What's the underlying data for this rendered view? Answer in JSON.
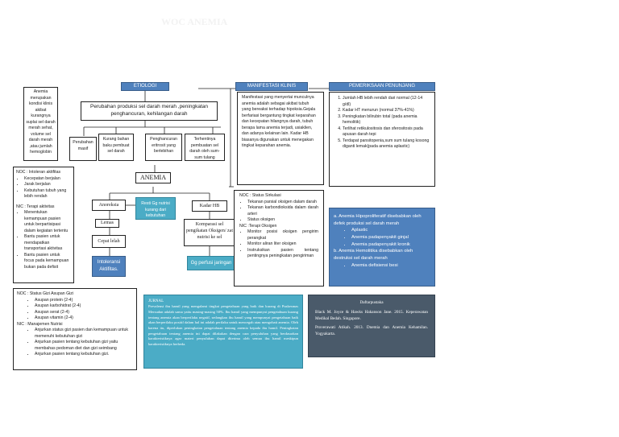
{
  "title": "WOC ANEMIA",
  "etiologi": {
    "header": "ETIOLOGI",
    "main": "Perubahan produksi sel darah merah ,peningkatan penghancuran, kehilangan darah",
    "causes": [
      "Perubahan masif",
      "Kurang bahan baku pembuat sel darah",
      "Penghancuran eritrosit yang berlebihan",
      "Terhentinya pembuatan sel darah oleh sum-sum tulang"
    ]
  },
  "definisi": "Anemia merupakan kondisi klinis akibat kurangnya suplai sel darah merah sehat, volume sel darah merah ,atau jumlah hemoglobin",
  "anemia_label": "ANEMIA",
  "flow": {
    "anoreksia": "Anoreksia",
    "lemas": "Lemas",
    "cepat_lelah": "Cepat lelah",
    "intoleransi": "Intoleransi Aktifitas.",
    "nutrisi": "Resti Gg nutrisi kurang dari kebutuhan",
    "kadar_hb": "Kadar HB",
    "komparasi": "Komparasi sel pengikatan Oksigen/ zat nutrisi ke sel",
    "perfusi": "Gg perfusi jaringan"
  },
  "noc_intoleransi": {
    "noc_title": "NOC : Intoleran aktifitas",
    "noc_items": [
      "Kecepatan berjalan",
      "Jarak berjalan",
      "Kebutuhan tubuh yang lebih rendah"
    ],
    "nic_title": "NIC : Terapi aktivitas",
    "nic_items": [
      "Menentukan kemampuan pasien untuk berpartisipasi dalam kegiatan tertentu",
      "Bantu pasien untuk mendapatkan transportasi aktivitas",
      "Bantu pasien untuk focus pada kemampuan bukan pada defisit"
    ]
  },
  "noc_nutrisi": {
    "noc_title": "NOC : Status Gizi Asupan Gizi",
    "noc_items": [
      "Asupan protein (2-4)",
      "Asupan karbohidrat (2-4)",
      "Asupan serat (2-4)",
      "Asupan vitamin (2-4)"
    ],
    "nic_title": "NIC : Manajemen Nutrisi",
    "nic_items": [
      "Anjurkan status gizi pasien dan kemampuan untuk memenuhi kebutuhan gizi",
      "Anjurkan pasien tentang kebutuhan gizi yaitu membahas pedoman diet dan gizi seimbang",
      "Anjurkan pasien tentang kebutuhan gizi."
    ]
  },
  "noc_sirkulasi": {
    "noc_title": "NOC : Status Sirkulasi",
    "noc_items": [
      "Tekanan parsial oksigen dalam darah",
      "Tekanan karbondioksida dalam darah arteri",
      "Status oksigen"
    ],
    "nic_title": "NIC :Terapi Oksigen",
    "nic_items": [
      "Monitor posisi oksigen pengirim perangkat",
      "Monitor aliran liter oksigen",
      "Instruksikan pasien tentang pentingnya peningkatan pengiriman"
    ]
  },
  "manifestasi": {
    "header": "MANIFESTASI KLINIS",
    "text": "Manifestasi yang menyertai munculnya anemia adalah sebagai akibat tubuh yang bereaksi terhadap hipoksia.Gejala berfariasi bergantung tingkat keparahan dan kecepatan hilangnya darah, tubuh berapa lama anemia terjadi, usiaklien, dan adanya kelainan lain. Kadar HB biasanya digunakan untuk menegakan tingkat keparahan anemia."
  },
  "pemeriksaan": {
    "header": "PEMERIKSAAN PENUNJANG",
    "items": [
      "Jumlah HB lebih rendah dari normal (12-14 g/dl)",
      "Kadar HT menurun (normal 37%-41%)",
      "Peningkatan bilirubin total (pada anemia hemolitik)",
      "Terlihat retikulositosis dan sferositosis pada apusan darah tepi",
      "Terdapat pansitopenia,sum sum tulang kosong diganti lemak(pada anemia aplastic)"
    ]
  },
  "klasifikasi": {
    "a_title": "a. Anemia Hipoproliferatif disebabkan oleh defek produksi sel darah merah",
    "a_items": [
      "Aplastic",
      "Anemia padapenyakit ginjal",
      "Anemia padapenyakit kronik"
    ],
    "b_title": "b. Anemia Hemolitika disebabkan oleh destruksi sel darah merah",
    "b_items": [
      "Anemia defisiensi besi"
    ]
  },
  "jurnal": {
    "label": "JURNAL",
    "text": "Prevalensi ibu hamil yang mengalami tingkat pengetahuan yang baik dan kurang di Puskesmas Mersudan adalah sama yaitu masing-masing 50%. Ibu hamil yang mempunyai pengetahuan kurang tentang anemia akan berperilaku negatif, sedangkan ibu hamil yang mempunyai pengetahuan baik akan berperilaku positif dalam hal ini adalah perilaku untuk mencegah atau mengobati anemia. Oleh karena itu, diperlukan peningkatan pengetahuan tentang anemia kepada ibu hamil. Peningkatan pengetahuan tentang anemia ini dapat dilakukan dengan cara penyuluhan yang berdasarkan karakteristiknya agar materi penyuluhan dapat diterima oleh semua ibu hamil meskipun karakteristiknya berbeda."
  },
  "pustaka": {
    "title": "Daftarpustaka",
    "refs": [
      "Black M. Joyce & Hawks Hakanson Jane. 2015. Keperawatan Medikal Bedah. Singapore.",
      "Proverawati Atikah. 2013. Dnemia dan Anemia Kehamilan. Yogyakarta."
    ]
  }
}
